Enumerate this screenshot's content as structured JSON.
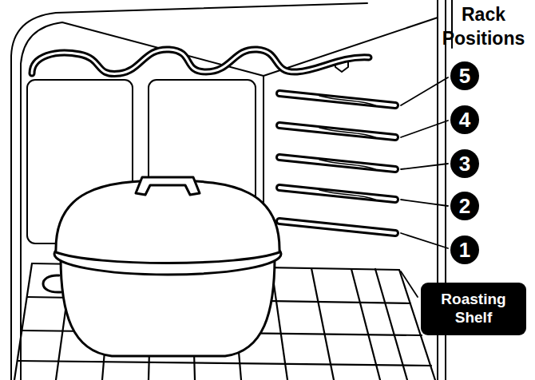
{
  "diagram": {
    "nodes": [
      {
        "text": [
          "5"
        ]
      },
      {
        "text": [
          "4"
        ]
      },
      {
        "text": [
          "3"
        ]
      },
      {
        "text": [
          "2"
        ]
      },
      {
        "text": [
          "1"
        ]
      },
      {
        "text": [
          "Roasting Shelf"
        ]
      }
    ],
    "labels": [
      "Rack Positions"
    ]
  }
}
